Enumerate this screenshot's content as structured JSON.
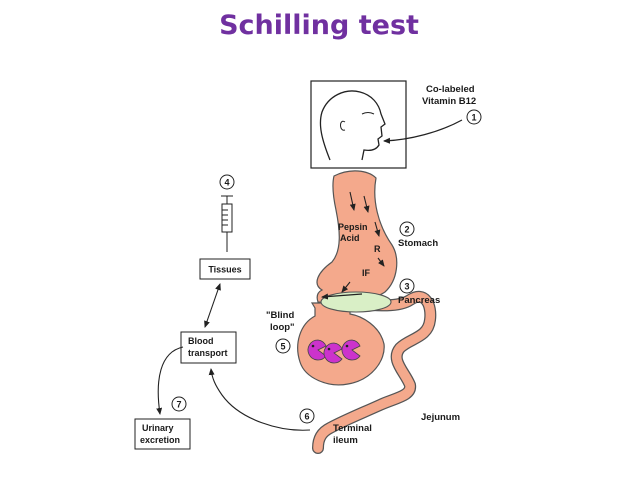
{
  "title": "Schilling test",
  "labels": {
    "co_labeled": "Co-labeled",
    "vitamin": "Vitamin B12",
    "pepsin": "Pepsin",
    "acid": "Acid",
    "r": "R",
    "if": "IF",
    "stomach": "Stomach",
    "pancreas": "Pancreas",
    "blind_line1": "\"Blind",
    "blind_line2": "loop\"",
    "jejunum": "Jejunum",
    "terminal": "Terminal",
    "ileum": "ileum"
  },
  "boxes": {
    "tissues": "Tissues",
    "blood_line1": "Blood",
    "blood_line2": "transport",
    "urinary_line1": "Urinary",
    "urinary_line2": "excretion"
  },
  "steps": [
    "1",
    "2",
    "3",
    "4",
    "5",
    "6",
    "7"
  ],
  "colors": {
    "title": "#7030a0",
    "gut": "#f4a98c",
    "gut_outline": "#555555",
    "pancreas": "#d9efc6",
    "bacteria": "#cc33cc"
  }
}
